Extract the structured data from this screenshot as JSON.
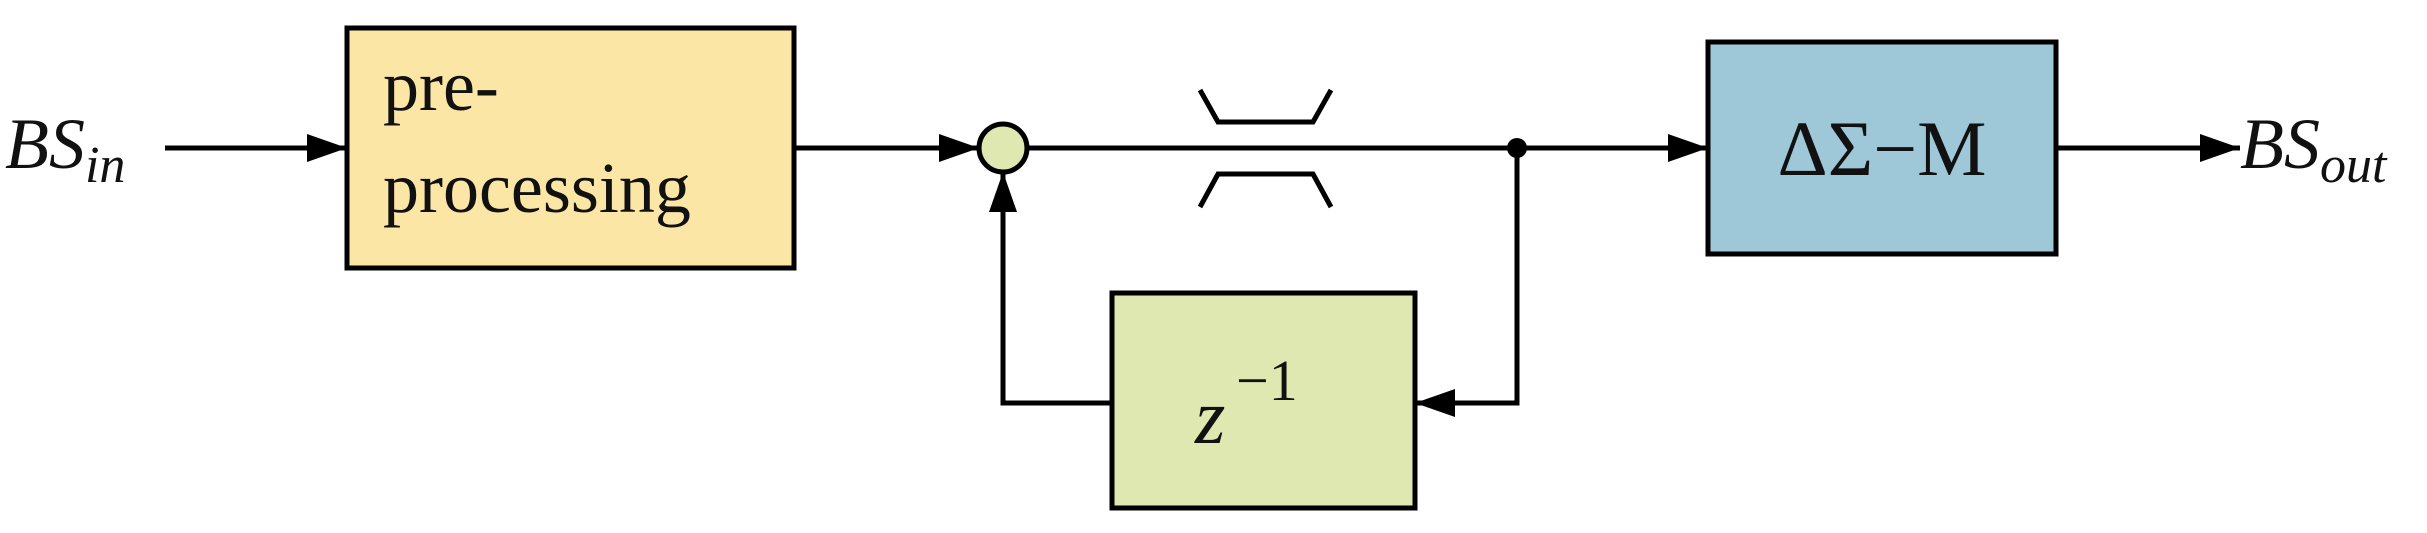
{
  "input_label": {
    "main": "BS",
    "sub": "in"
  },
  "output_label": {
    "main": "BS",
    "sub": "out"
  },
  "preprocessing_block": {
    "line1": "pre-",
    "line2": "processing",
    "fill": "#FBE6A6"
  },
  "delay_block": {
    "base": "z",
    "exponent": "−1",
    "fill": "#DEE8B0"
  },
  "modulator_block": {
    "label": "ΔΣ−M",
    "fill": "#9EC8D8"
  },
  "summing_node": {
    "fill": "#DEE8B0"
  },
  "line_color": "#000000"
}
